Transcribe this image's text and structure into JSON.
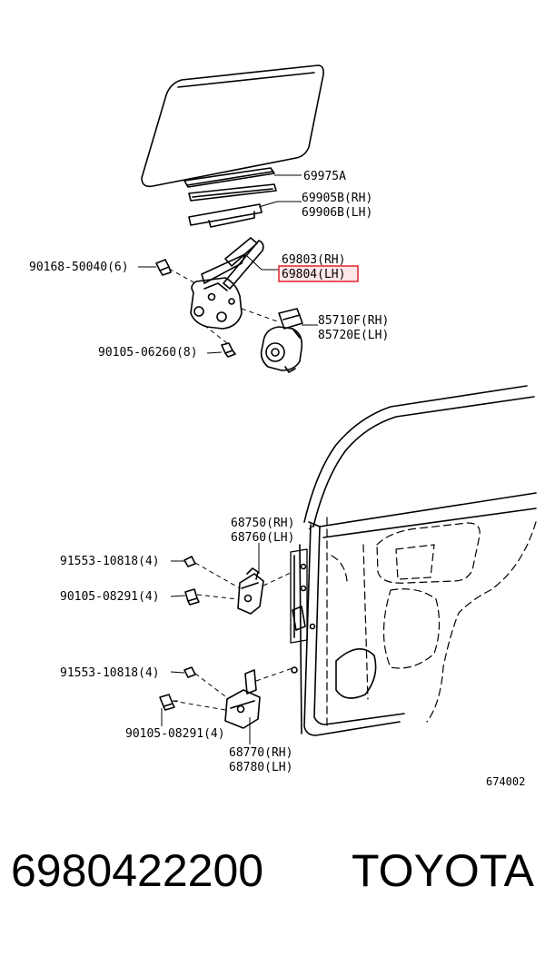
{
  "diagram": {
    "labels": {
      "p69975A": "69975A",
      "p69905B": "69905B(RH)",
      "p69906B": "69906B(LH)",
      "p90168": "90168-50040(6)",
      "p69803": "69803(RH)",
      "p69804": "69804(LH)",
      "p85710F": "85710F(RH)",
      "p85720E": "85720E(LH)",
      "p90105a": "90105-06260(8)",
      "p68750": "68750(RH)",
      "p68760": "68760(LH)",
      "p91553a": "91553-10818(4)",
      "p90105b": "90105-08291(4)",
      "p91553b": "91553-10818(4)",
      "p90105c": "90105-08291(4)",
      "p68770": "68770(RH)",
      "p68780": "68780(LH)"
    },
    "figure_number": "674002",
    "highlight_color": "#e0303a"
  },
  "footer": {
    "part_number": "6980422200",
    "brand": "TOYOTA"
  }
}
